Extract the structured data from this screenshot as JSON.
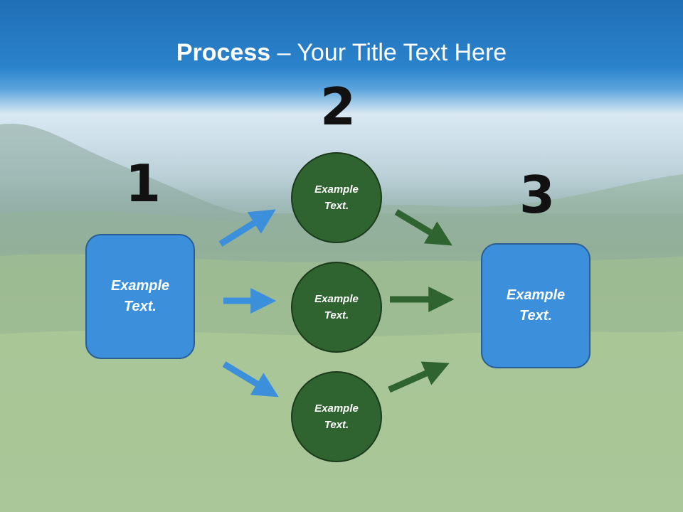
{
  "slide": {
    "title_bold": "Process",
    "title_rest": " – Your Title Text Here"
  },
  "steps": {
    "one": "1",
    "two": "2",
    "three": "3"
  },
  "boxes": {
    "left_label": "Example\nText.",
    "right_label": "Example\nText."
  },
  "circles": [
    {
      "label": "Example\nText."
    },
    {
      "label": "Example\nText."
    },
    {
      "label": "Example\nText."
    }
  ],
  "colors": {
    "title_bar": "#2b83cc",
    "box_fill": "#3b8fdb",
    "circle_fill": "#2f6430",
    "blue_arrow": "#3b8fdb",
    "green_arrow": "#2f6430"
  }
}
